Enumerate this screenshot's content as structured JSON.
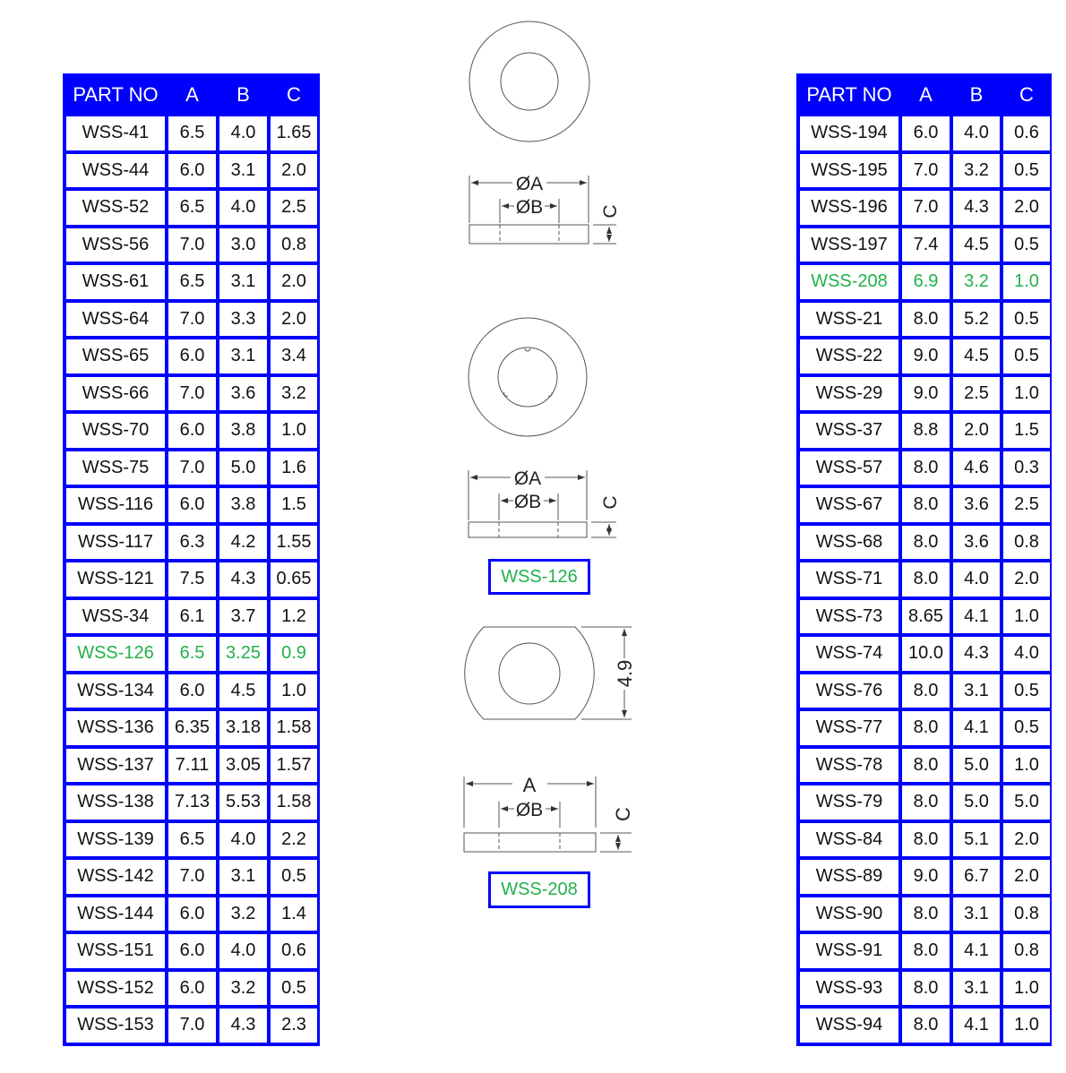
{
  "headers": [
    "PART NO",
    "A",
    "B",
    "C"
  ],
  "colors": {
    "border": "#0000ff",
    "highlight": "#22b14c"
  },
  "left_rows": [
    [
      "WSS-41",
      "6.5",
      "4.0",
      "1.65"
    ],
    [
      "WSS-44",
      "6.0",
      "3.1",
      "2.0"
    ],
    [
      "WSS-52",
      "6.5",
      "4.0",
      "2.5"
    ],
    [
      "WSS-56",
      "7.0",
      "3.0",
      "0.8"
    ],
    [
      "WSS-61",
      "6.5",
      "3.1",
      "2.0"
    ],
    [
      "WSS-64",
      "7.0",
      "3.3",
      "2.0"
    ],
    [
      "WSS-65",
      "6.0",
      "3.1",
      "3.4"
    ],
    [
      "WSS-66",
      "7.0",
      "3.6",
      "3.2"
    ],
    [
      "WSS-70",
      "6.0",
      "3.8",
      "1.0"
    ],
    [
      "WSS-75",
      "7.0",
      "5.0",
      "1.6"
    ],
    [
      "WSS-116",
      "6.0",
      "3.8",
      "1.5"
    ],
    [
      "WSS-117",
      "6.3",
      "4.2",
      "1.55"
    ],
    [
      "WSS-121",
      "7.5",
      "4.3",
      "0.65"
    ],
    [
      "WSS-34",
      "6.1",
      "3.7",
      "1.2"
    ],
    [
      "WSS-126",
      "6.5",
      "3.25",
      "0.9"
    ],
    [
      "WSS-134",
      "6.0",
      "4.5",
      "1.0"
    ],
    [
      "WSS-136",
      "6.35",
      "3.18",
      "1.58"
    ],
    [
      "WSS-137",
      "7.11",
      "3.05",
      "1.57"
    ],
    [
      "WSS-138",
      "7.13",
      "5.53",
      "1.58"
    ],
    [
      "WSS-139",
      "6.5",
      "4.0",
      "2.2"
    ],
    [
      "WSS-142",
      "7.0",
      "3.1",
      "0.5"
    ],
    [
      "WSS-144",
      "6.0",
      "3.2",
      "1.4"
    ],
    [
      "WSS-151",
      "6.0",
      "4.0",
      "0.6"
    ],
    [
      "WSS-152",
      "6.0",
      "3.2",
      "0.5"
    ],
    [
      "WSS-153",
      "7.0",
      "4.3",
      "2.3"
    ]
  ],
  "right_rows": [
    [
      "WSS-194",
      "6.0",
      "4.0",
      "0.6"
    ],
    [
      "WSS-195",
      "7.0",
      "3.2",
      "0.5"
    ],
    [
      "WSS-196",
      "7.0",
      "4.3",
      "2.0"
    ],
    [
      "WSS-197",
      "7.4",
      "4.5",
      "0.5"
    ],
    [
      "WSS-208",
      "6.9",
      "3.2",
      "1.0"
    ],
    [
      "WSS-21",
      "8.0",
      "5.2",
      "0.5"
    ],
    [
      "WSS-22",
      "9.0",
      "4.5",
      "0.5"
    ],
    [
      "WSS-29",
      "9.0",
      "2.5",
      "1.0"
    ],
    [
      "WSS-37",
      "8.8",
      "2.0",
      "1.5"
    ],
    [
      "WSS-57",
      "8.0",
      "4.6",
      "0.3"
    ],
    [
      "WSS-67",
      "8.0",
      "3.6",
      "2.5"
    ],
    [
      "WSS-68",
      "8.0",
      "3.6",
      "0.8"
    ],
    [
      "WSS-71",
      "8.0",
      "4.0",
      "2.0"
    ],
    [
      "WSS-73",
      "8.65",
      "4.1",
      "1.0"
    ],
    [
      "WSS-74",
      "10.0",
      "4.3",
      "4.0"
    ],
    [
      "WSS-76",
      "8.0",
      "3.1",
      "0.5"
    ],
    [
      "WSS-77",
      "8.0",
      "4.1",
      "0.5"
    ],
    [
      "WSS-78",
      "8.0",
      "5.0",
      "1.0"
    ],
    [
      "WSS-79",
      "8.0",
      "5.0",
      "5.0"
    ],
    [
      "WSS-84",
      "8.0",
      "5.1",
      "2.0"
    ],
    [
      "WSS-89",
      "9.0",
      "6.7",
      "2.0"
    ],
    [
      "WSS-90",
      "8.0",
      "3.1",
      "0.8"
    ],
    [
      "WSS-91",
      "8.0",
      "4.1",
      "0.8"
    ],
    [
      "WSS-93",
      "8.0",
      "3.1",
      "1.0"
    ],
    [
      "WSS-94",
      "8.0",
      "4.1",
      "1.0"
    ]
  ],
  "highlighted": [
    "WSS-126",
    "WSS-208"
  ],
  "drawings": {
    "dim_a": "ØA",
    "dim_b": "ØB",
    "dim_c": "C",
    "dim_a_plain": "A",
    "dim_height": "4.9",
    "label_126": "WSS-126",
    "label_208": "WSS-208"
  }
}
